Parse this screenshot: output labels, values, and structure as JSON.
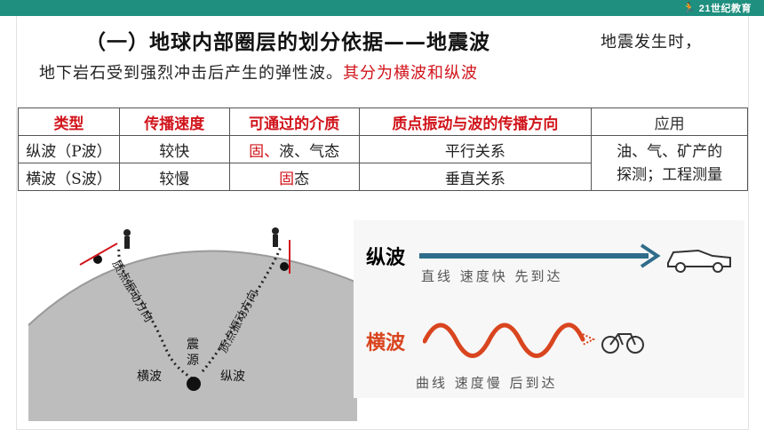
{
  "brand": {
    "logo_text": "21世纪教育"
  },
  "title": "（一）地球内部圈层的划分依据——地震波",
  "intro": {
    "line1": "地震发生时，",
    "line2_plain": "地下岩石受到强烈冲击后产生的弹性波。",
    "line2_red": "其分为横波和纵波"
  },
  "table": {
    "headers": [
      "类型",
      "传播速度",
      "可通过的介质",
      "质点振动与波的传播方向",
      "应用"
    ],
    "rows": [
      {
        "type": "纵波（P波）",
        "speed": "较快",
        "medium_red": "固、",
        "medium_rest": "液、气态",
        "direction": "平行关系"
      },
      {
        "type": "横波（S波）",
        "speed": "较慢",
        "medium_red": "固",
        "medium_rest": "态",
        "direction": "垂直关系"
      }
    ],
    "application_line1": "油、气、矿产的",
    "application_line2": "探测；工程测量"
  },
  "diagram": {
    "source_label_1": "震",
    "source_label_2": "源",
    "s_wave_label": "横波",
    "p_wave_label": "纵波",
    "vibration_left": "质点振动方向",
    "vibration_right": "质点振动方向"
  },
  "waves": {
    "p_title": "纵波",
    "p_sub": "直线 速度快 先到达",
    "s_title": "横波",
    "s_sub": "曲线 速度慢 后到达",
    "p_color": "#2f6d8a",
    "s_color": "#d9451f"
  }
}
